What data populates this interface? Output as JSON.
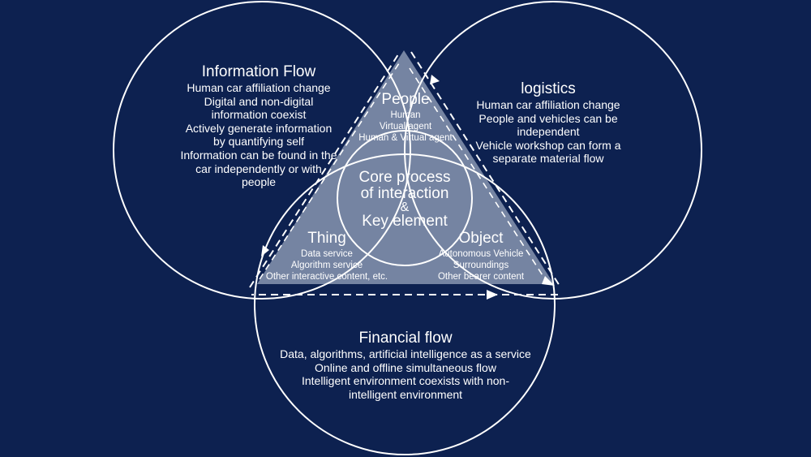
{
  "colors": {
    "background": "#0d2150",
    "lines": "#ffffff",
    "triangle_fill": "#8895b0"
  },
  "information_flow": {
    "title": "Information Flow",
    "lines": [
      "Human car affiliation change",
      "Digital and non-digital",
      "information coexist",
      "Actively generate information",
      "by quantifying self",
      "Information can be found in the",
      "car independently or with",
      "people"
    ]
  },
  "logistics": {
    "title": "logistics",
    "lines": [
      "Human car affiliation change",
      "People and vehicles can be",
      "independent",
      "Vehicle workshop can form a",
      "separate material flow"
    ]
  },
  "financial_flow": {
    "title": "Financial flow",
    "lines": [
      "Data, algorithms, artificial intelligence as a service",
      "Online and offline simultaneous flow",
      "Intelligent environment coexists with non-",
      "intelligent environment"
    ]
  },
  "people": {
    "title": "People",
    "lines": [
      "Human",
      "Virtual agent",
      "Human & Virtual agent"
    ]
  },
  "thing": {
    "title": "Thing",
    "lines": [
      "Data service",
      "Algorithm service",
      "Other interactive content, etc."
    ]
  },
  "object": {
    "title": "Object",
    "lines": [
      "Autonomous Vehicle",
      "Surroundings",
      "Other bearer content"
    ]
  },
  "core": {
    "lines": [
      "Core process",
      "of interaction",
      "&",
      "Key element"
    ]
  }
}
